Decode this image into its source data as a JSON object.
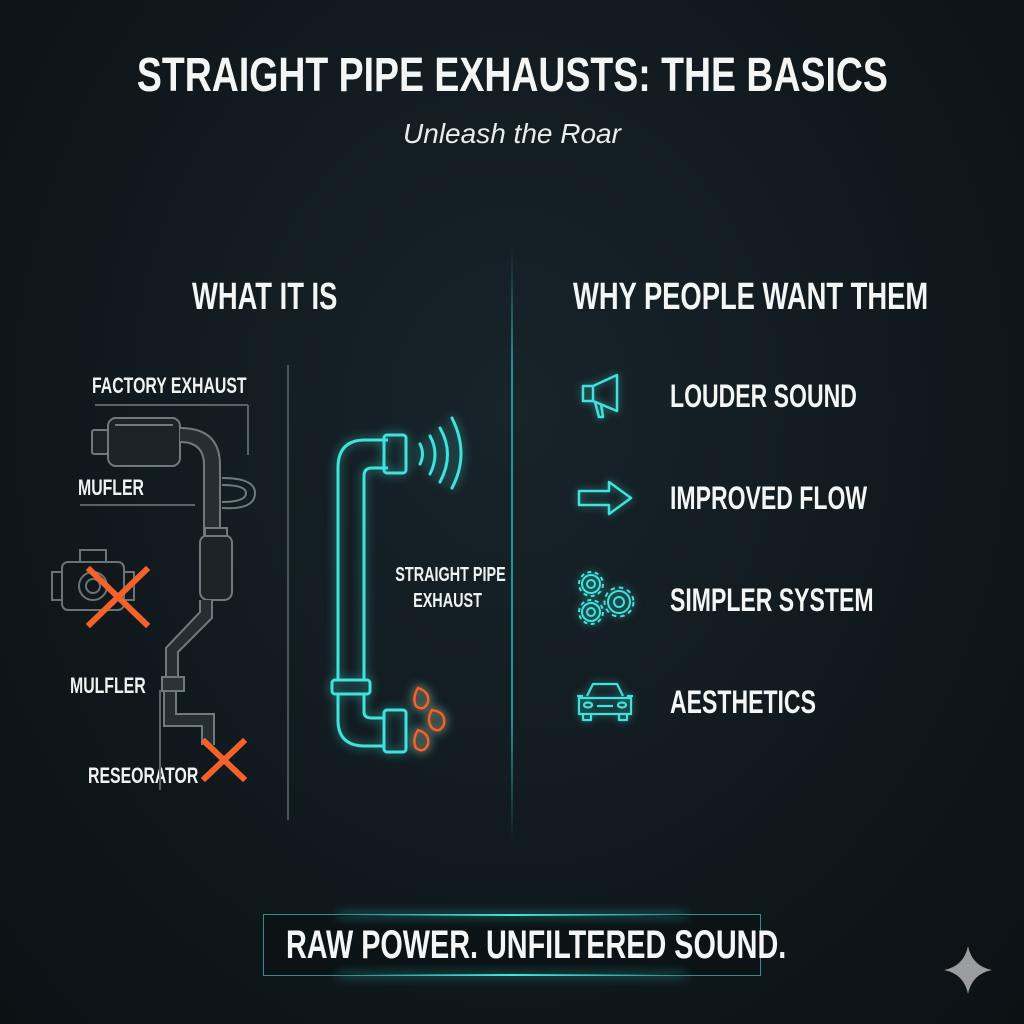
{
  "header": {
    "title": "STRAIGHT PIPE EXHAUSTS: THE BASICS",
    "subtitle": "Unleash the Roar"
  },
  "left_section": {
    "heading": "WHAT IT IS",
    "factory_diagram": {
      "label": "FACTORY EXHAUST",
      "parts": [
        {
          "label": "MUFLER",
          "icon": "muffler-icon"
        },
        {
          "label": "MULFLER",
          "icon": "pipe-bend-icon"
        },
        {
          "label": "RESEORATOR",
          "icon": "resonator-icon"
        }
      ],
      "removed_marks": [
        "x-mark-icon",
        "x-mark-icon"
      ]
    },
    "straight_pipe": {
      "label_line1": "STRAIGHT PIPE",
      "label_line2": "EXHAUST",
      "icons": [
        "sound-waves-icon",
        "flames-icon"
      ]
    }
  },
  "right_section": {
    "heading": "WHY PEOPLE WANT THEM",
    "benefits": [
      {
        "label": "LOUDER SOUND",
        "icon": "megaphone-icon"
      },
      {
        "label": "IMPROVED FLOW",
        "icon": "arrow-right-icon"
      },
      {
        "label": "SIMPLER SYSTEM",
        "icon": "gears-icon"
      },
      {
        "label": "AESTHETICS",
        "icon": "car-icon"
      }
    ]
  },
  "footer": {
    "tagline": "RAW POWER. UNFILTERED SOUND."
  },
  "colors": {
    "accent_teal": "#3fe3dc",
    "warning_orange": "#f2622a",
    "background": "#111a1f",
    "text": "#f4f6f6",
    "diagram_gray": "#6f7a7c"
  }
}
